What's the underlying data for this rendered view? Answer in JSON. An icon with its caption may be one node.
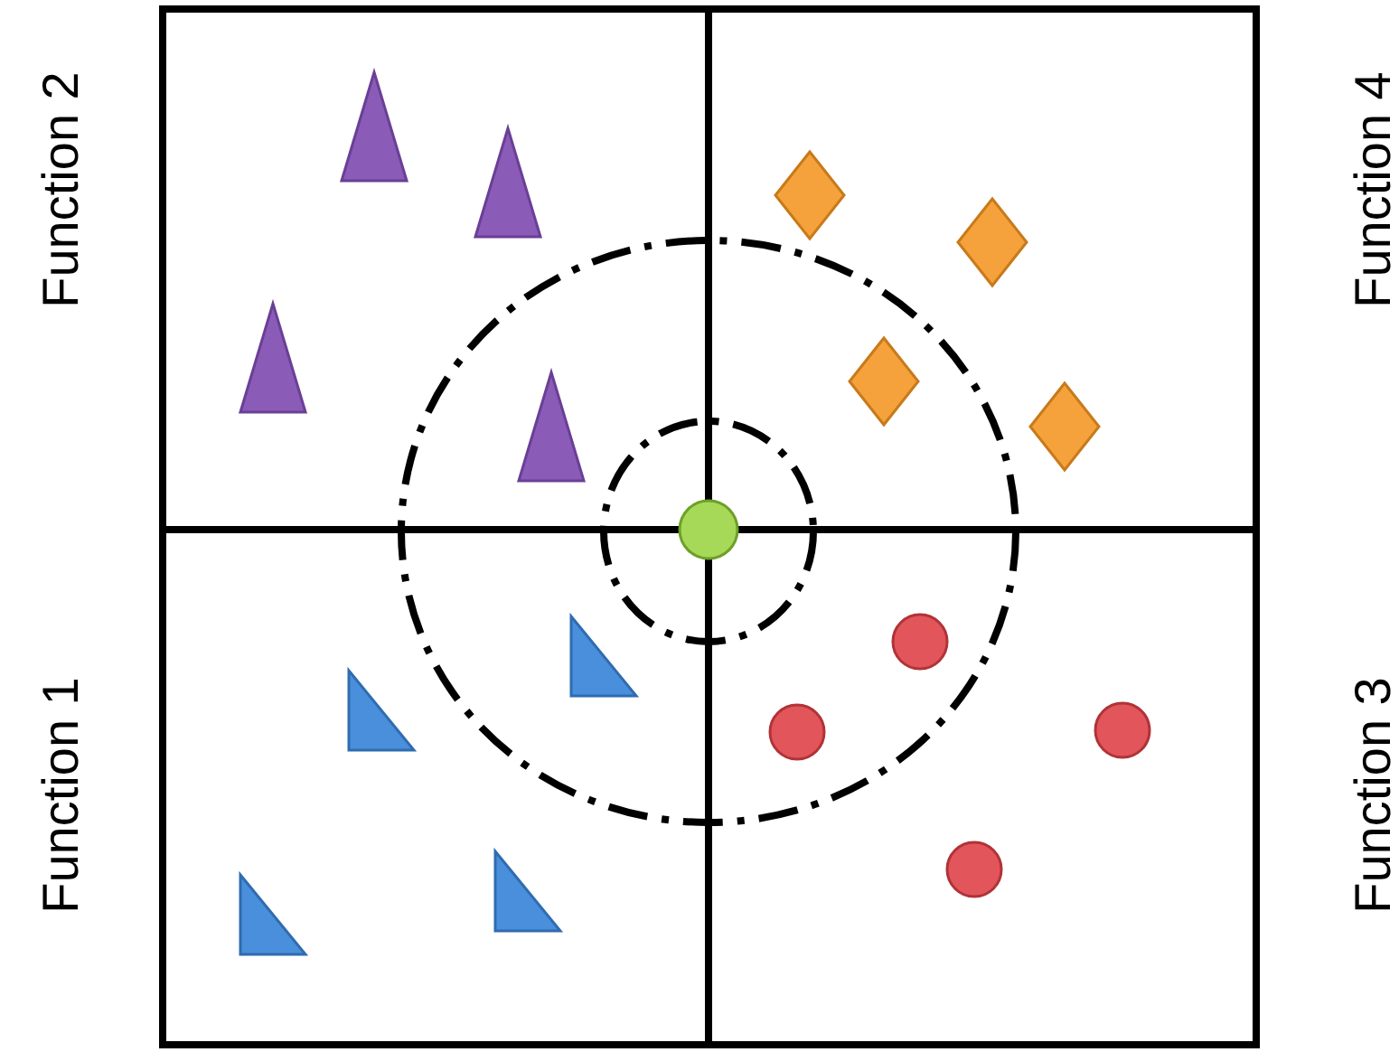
{
  "diagram": {
    "labels": [
      "Function 2",
      "Function 4",
      "Function 1",
      "Function 3"
    ]
  }
}
